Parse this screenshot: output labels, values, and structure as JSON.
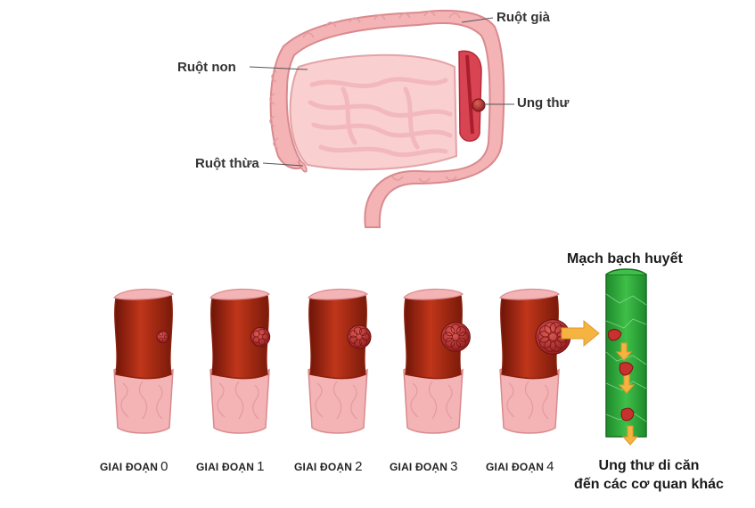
{
  "labels": {
    "large_intestine": "Ruột già",
    "small_intestine": "Ruột non",
    "cancer": "Ung thư",
    "appendix": "Ruột thừa",
    "lymph_vessel": "Mạch bạch huyết",
    "metastasis_line1": "Ung thư di căn",
    "metastasis_line2": "đến các cơ quan khác"
  },
  "stages": [
    {
      "prefix": "GIAI ĐOẠN",
      "num": "0",
      "tumor_size": 0.1
    },
    {
      "prefix": "GIAI ĐOẠN",
      "num": "1",
      "tumor_size": 0.35
    },
    {
      "prefix": "GIAI ĐOẠN",
      "num": "2",
      "tumor_size": 0.5
    },
    {
      "prefix": "GIAI ĐOẠN",
      "num": "3",
      "tumor_size": 0.7
    },
    {
      "prefix": "GIAI ĐOẠN",
      "num": "4",
      "tumor_size": 0.9
    }
  ],
  "colors": {
    "intestine_pink": "#f4b3b5",
    "intestine_outline": "#d98a8e",
    "inner_red": "#b82a14",
    "tumor": "#c9312e",
    "lymph_green": "#2fa63a",
    "arrow": "#f5b342",
    "text": "#333333"
  }
}
